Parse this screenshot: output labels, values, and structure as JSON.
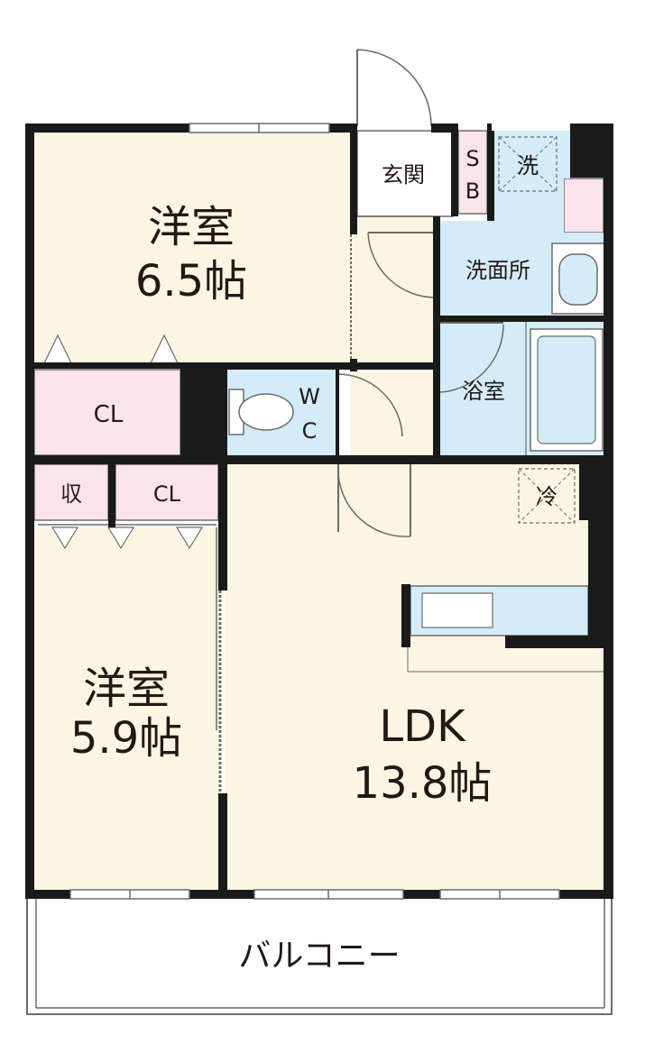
{
  "colors": {
    "room": "#fdf5e3",
    "water": "#d4ecf8",
    "closet": "#fbe3ec",
    "wall": "#1a1a1a",
    "line": "#6b6b6b",
    "text": "#231815"
  },
  "rooms": {
    "bedroom1": {
      "name": "洋室",
      "size": "6.5帖"
    },
    "bedroom2": {
      "name": "洋室",
      "size": "5.9帖"
    },
    "ldk": {
      "name": "LDK",
      "size": "13.8帖"
    },
    "genkan": "玄関",
    "shoebox": {
      "line1": "S",
      "line2": "B"
    },
    "washer": "洗",
    "washroom": "洗面所",
    "bathroom": "浴室",
    "wc": {
      "line1": "W",
      "line2": "C"
    },
    "closet1": "CL",
    "closet2": "CL",
    "storage": "収",
    "fridge": "冷",
    "balcony": "バルコニー"
  }
}
